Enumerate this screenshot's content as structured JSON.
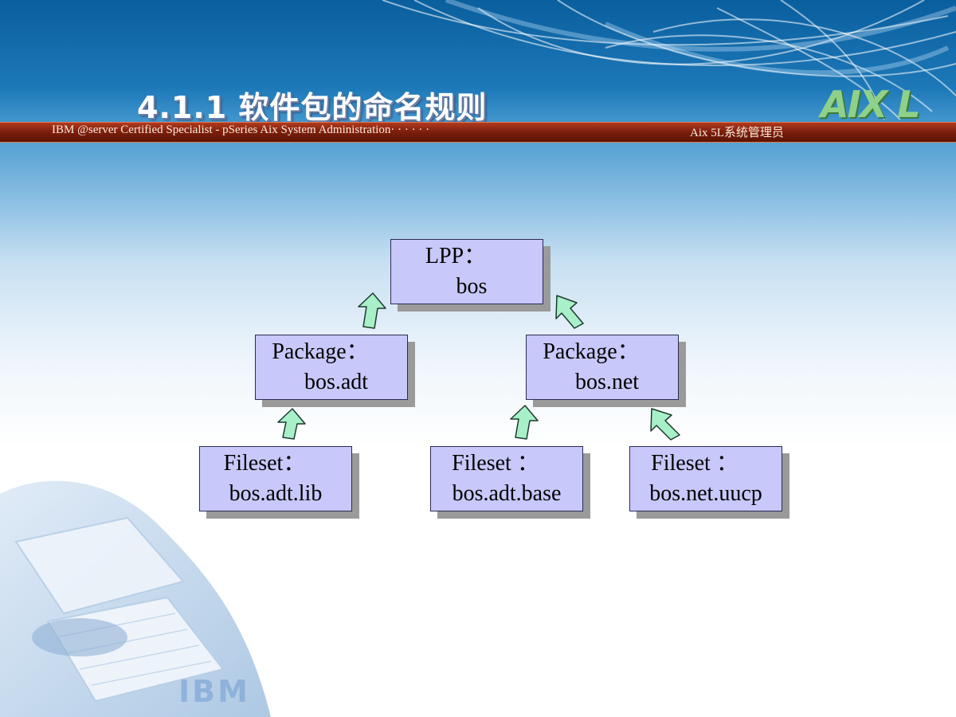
{
  "title": "4.1.1 软件包的命名规则",
  "band": {
    "left_text": "IBM @server Certified Specialist - pSeries Aix System Administration· · · · · ·",
    "right_text": "Aix 5L系统管理员"
  },
  "logo_text": "AIX L",
  "diagram": {
    "lpp": {
      "line1": "LPP：",
      "line2": "bos"
    },
    "package_adt": {
      "line1": "Package：",
      "line2": "bos.adt"
    },
    "package_net": {
      "line1": "Package：",
      "line2": "bos.net"
    },
    "fileset_lib": {
      "line1": "Fileset：",
      "line2": "bos.adt.lib"
    },
    "fileset_base": {
      "line1": "Fileset ：",
      "line2": "bos.adt.base"
    },
    "fileset_uucp": {
      "line1": "Fileset ：",
      "line2": "bos.net.uucp"
    }
  },
  "colors": {
    "node_fill": "#c8c8fa",
    "arrow_fill": "#a8f0c8",
    "band": "#7a1e0c"
  },
  "watermark_text": "IBM"
}
